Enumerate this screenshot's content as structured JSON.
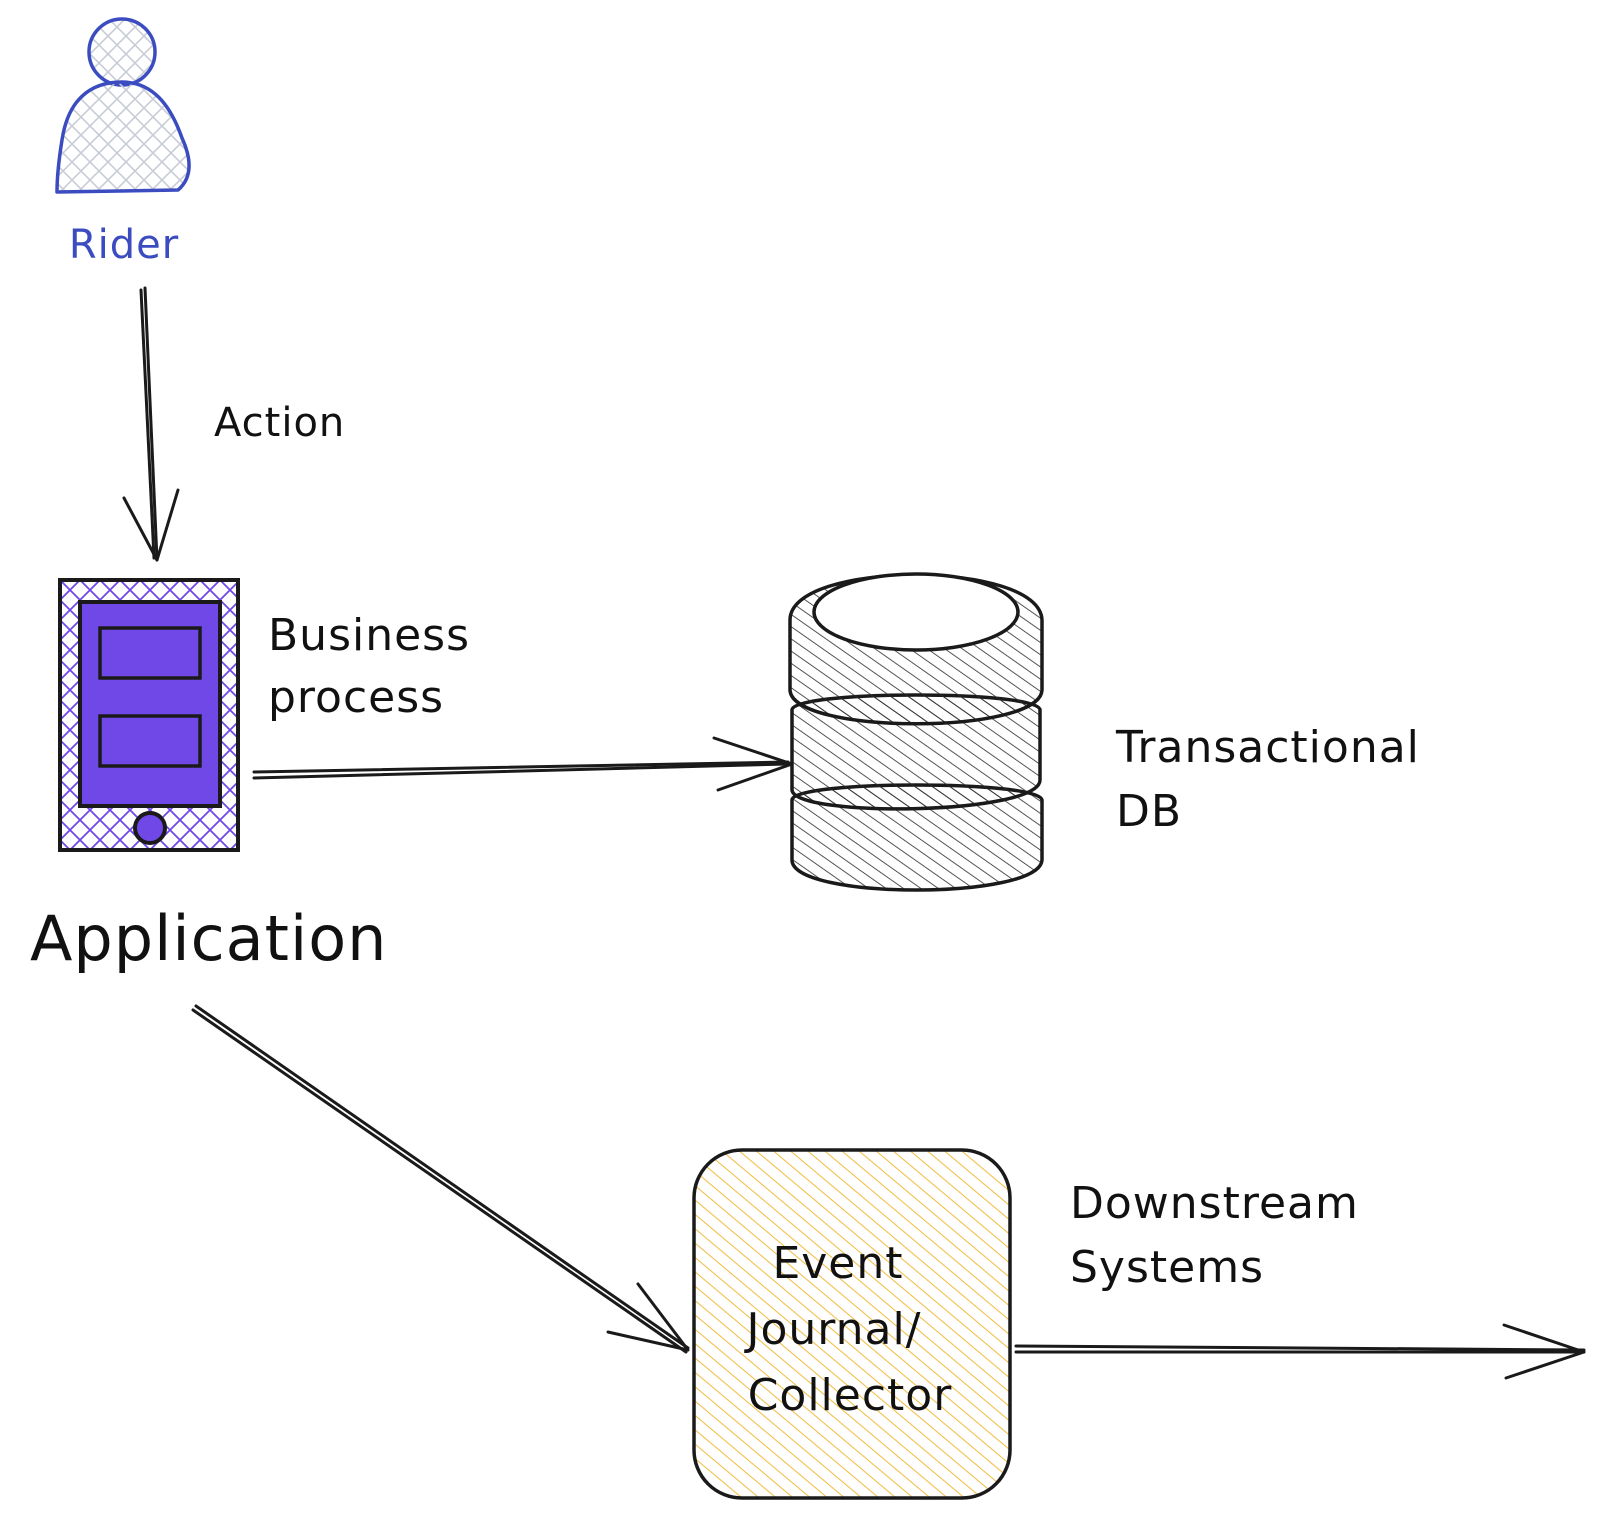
{
  "nodes": {
    "rider": {
      "label": "Rider"
    },
    "application": {
      "label": "Application"
    },
    "database": {
      "label_line1": "Transactional",
      "label_line2": "DB"
    },
    "collector": {
      "label_line1": "Event",
      "label_line2": "Journal/",
      "label_line3": "Collector"
    }
  },
  "edges": {
    "rider_to_app": {
      "label": "Action"
    },
    "app_to_db": {
      "label_line1": "Business",
      "label_line2": "process"
    },
    "collector_to_downstream": {
      "label_line1": "Downstream",
      "label_line2": "Systems"
    }
  },
  "colors": {
    "rider": "#3b4cc0",
    "rider_hatch": "#c8ccd6",
    "phone_screen": "#7048e8",
    "phone_hatch": "#7048e8",
    "collector_fill": "#f0b429",
    "ink": "#1a1a1a"
  }
}
